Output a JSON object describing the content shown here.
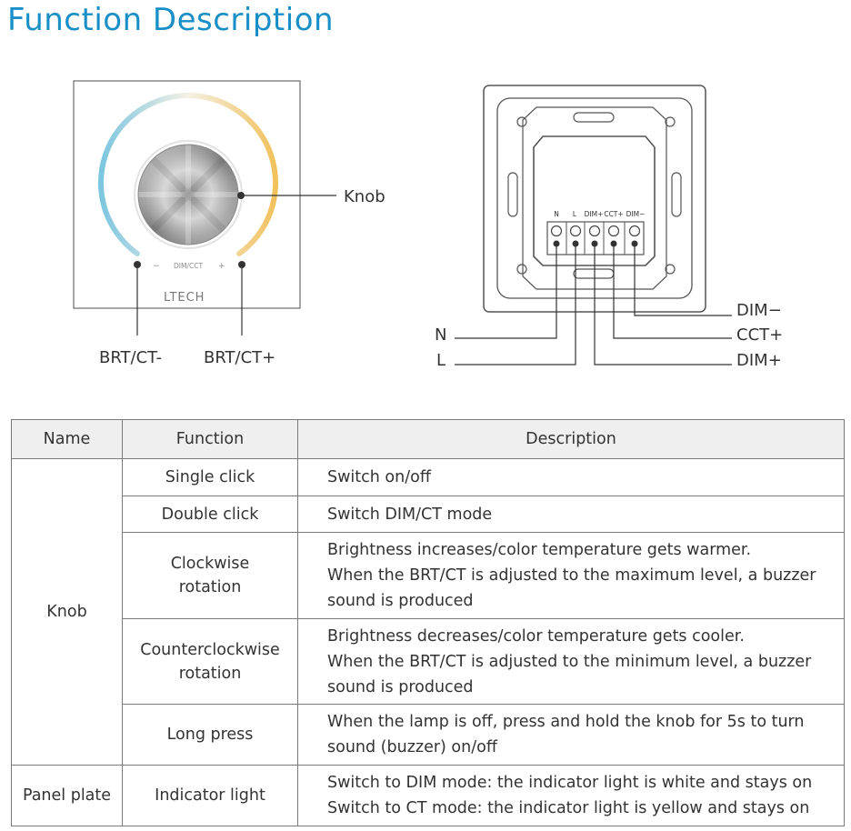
{
  "page": {
    "title": "Function Description"
  },
  "front_panel": {
    "brand": "LTECH",
    "mode_label": "DIM/CCT",
    "minus_symbol": "−",
    "plus_symbol": "+",
    "knob_label": "Knob",
    "left_label": "BRT/CT-",
    "right_label": "BRT/CT+"
  },
  "back_panel": {
    "terminals": [
      "N",
      "L",
      "DIM+",
      "CCT+",
      "DIM−"
    ],
    "left_wires": [
      "N",
      "L"
    ],
    "right_wires": [
      "DIM−",
      "CCT+",
      "DIM+"
    ]
  },
  "table": {
    "headers": {
      "name": "Name",
      "function": "Function",
      "description": "Description"
    },
    "groups": [
      {
        "name": "Knob",
        "rows": [
          {
            "function": [
              "Single click"
            ],
            "description": [
              "Switch on/off"
            ]
          },
          {
            "function": [
              "Double click"
            ],
            "description": [
              "Switch DIM/CT mode"
            ]
          },
          {
            "function": [
              "Clockwise",
              "rotation"
            ],
            "description": [
              "Brightness increases/color temperature gets warmer.",
              "When the BRT/CT is adjusted to the maximum level, a buzzer",
              "sound is produced"
            ]
          },
          {
            "function": [
              "Counterclockwise",
              "rotation"
            ],
            "description": [
              "Brightness decreases/color temperature gets cooler.",
              "When the BRT/CT is adjusted to the minimum level, a buzzer",
              "sound is produced"
            ]
          },
          {
            "function": [
              "Long press"
            ],
            "description": [
              "When the lamp is off, press and hold the knob for 5s to turn",
              "sound (buzzer) on/off"
            ]
          }
        ]
      },
      {
        "name": "Panel plate",
        "rows": [
          {
            "function": [
              "Indicator light"
            ],
            "description": [
              "Switch to DIM mode: the indicator light is white and stays on",
              "Switch to CT mode: the indicator light is yellow and stays on"
            ]
          }
        ]
      }
    ]
  }
}
